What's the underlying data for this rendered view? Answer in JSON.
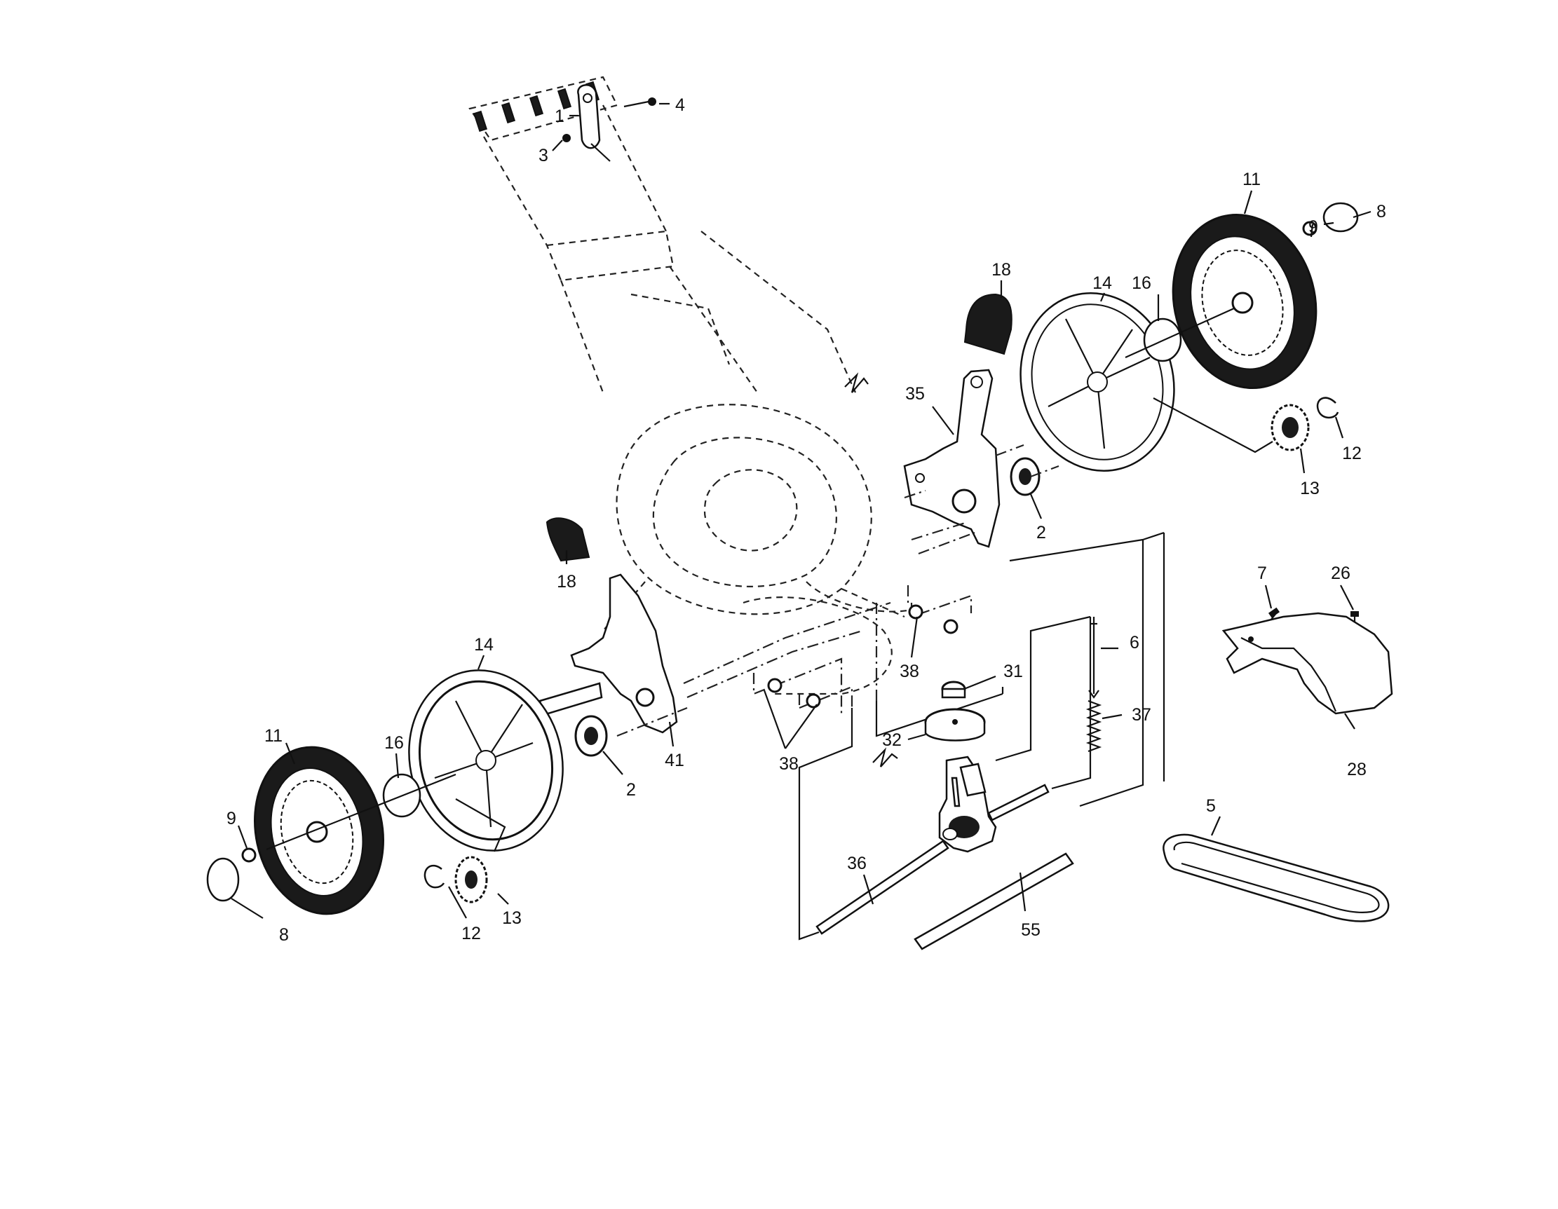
{
  "diagram": {
    "callouts": {
      "c1": "1",
      "c2a": "2",
      "c2b": "2",
      "c3": "3",
      "c4": "4",
      "c5": "5",
      "c6": "6",
      "c7": "7",
      "c8a": "8",
      "c8b": "8",
      "c9a": "9",
      "c9b": "9",
      "c11a": "11",
      "c11b": "11",
      "c12a": "12",
      "c12b": "12",
      "c13a": "13",
      "c13b": "13",
      "c14a": "14",
      "c14b": "14",
      "c16a": "16",
      "c16b": "16",
      "c18a": "18",
      "c18b": "18",
      "c26": "26",
      "c28": "28",
      "c31": "31",
      "c32": "32",
      "c35": "35",
      "c36": "36",
      "c37": "37",
      "c38a": "38",
      "c38b": "38",
      "c41": "41",
      "c55": "55"
    }
  }
}
